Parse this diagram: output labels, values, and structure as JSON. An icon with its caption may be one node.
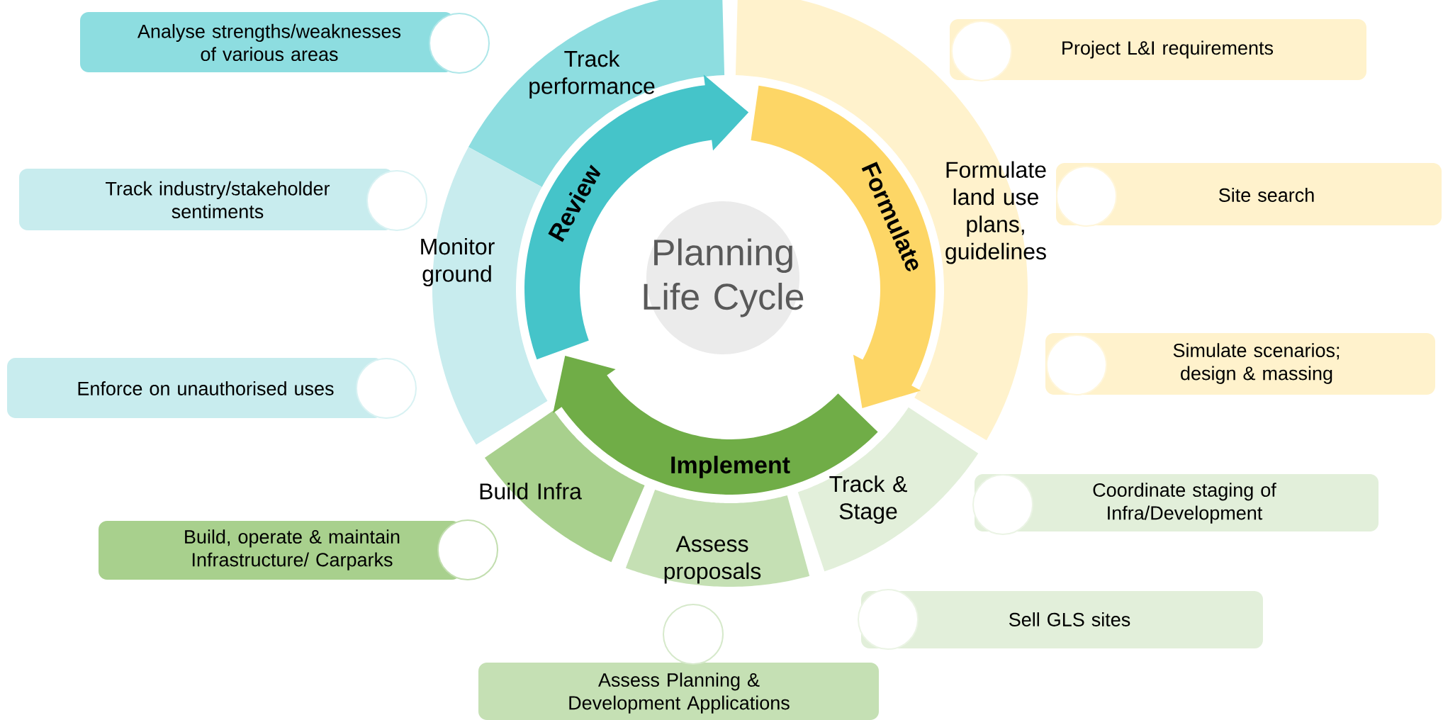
{
  "diagram": {
    "nodes": [
      {
        "text": [
          "Analyse strengths/weaknesses of various areas"
        ]
      },
      {
        "text": [
          "Track performance"
        ]
      },
      {
        "text": [
          "Project L&I requirements"
        ]
      },
      {
        "text": [
          "Track industry/stakeholder sentiments"
        ]
      },
      {
        "text": [
          "Review"
        ]
      },
      {
        "text": [
          "Formulate"
        ]
      },
      {
        "text": [
          "Formulate land use plans, guidelines"
        ]
      },
      {
        "text": [
          "Site search"
        ]
      },
      {
        "text": [
          "Monitor ground"
        ]
      },
      {
        "text": [
          "Planning Life Cycle"
        ]
      },
      {
        "text": [
          "Simulate scenarios; design & massing"
        ]
      },
      {
        "text": [
          "Enforce on unauthorised uses"
        ]
      },
      {
        "text": [
          "Implement"
        ]
      },
      {
        "text": [
          "Build Infra"
        ]
      },
      {
        "text": [
          "Track & Stage"
        ]
      },
      {
        "text": [
          "Coordinate staging of Infra/Development"
        ]
      },
      {
        "text": [
          "Assess proposals"
        ]
      },
      {
        "text": [
          "Build, operate & maintain Infrastructure/ Carparks"
        ]
      },
      {
        "text": [
          "Sell GLS sites"
        ]
      },
      {
        "text": [
          "Assess Planning & Development Applications"
        ]
      }
    ]
  }
}
